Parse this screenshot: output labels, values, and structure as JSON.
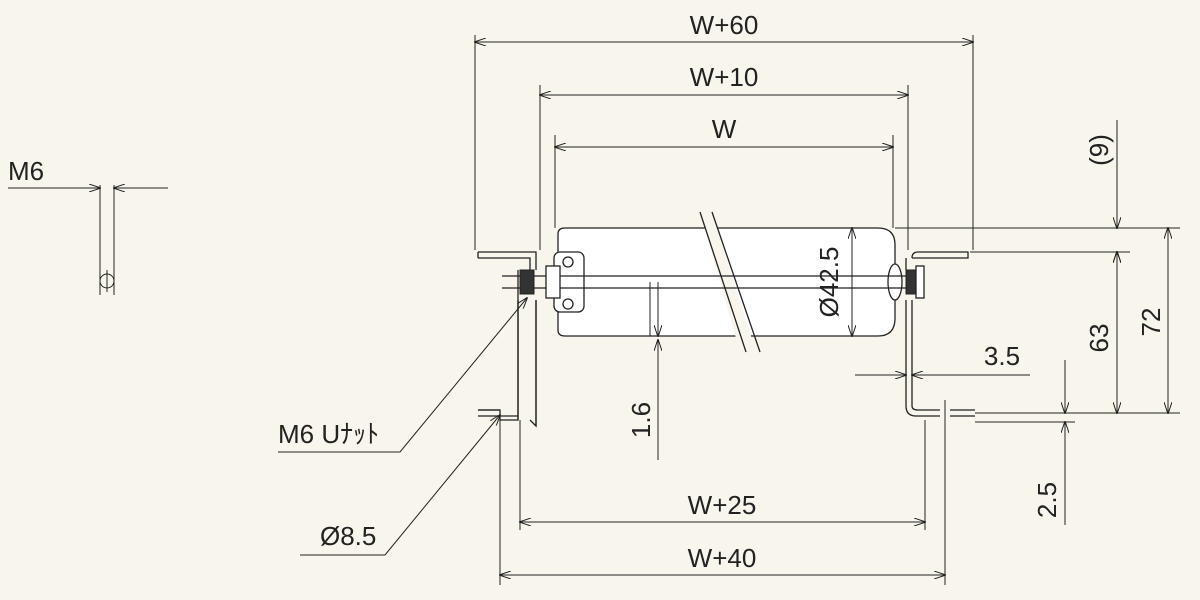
{
  "dimensions": {
    "overall_width": "W+60",
    "inner_frame_width": "W+10",
    "roller_width": "W",
    "bracket_outer": "W+40",
    "bracket_inner": "W+25",
    "roller_diameter": "Ø42.5",
    "frame_height": "72",
    "axle_height": "63",
    "top_clearance": "(9)",
    "bracket_thickness": "3.5",
    "plate_thickness_1": "1.6",
    "plate_thickness_2": "2.5",
    "hole_diameter": "Ø8.5",
    "thread_size": "M6"
  },
  "callouts": {
    "u_nut": "M6 Uﾅｯﾄ",
    "bolt_detail": "M6",
    "hole": "Ø8.5"
  }
}
